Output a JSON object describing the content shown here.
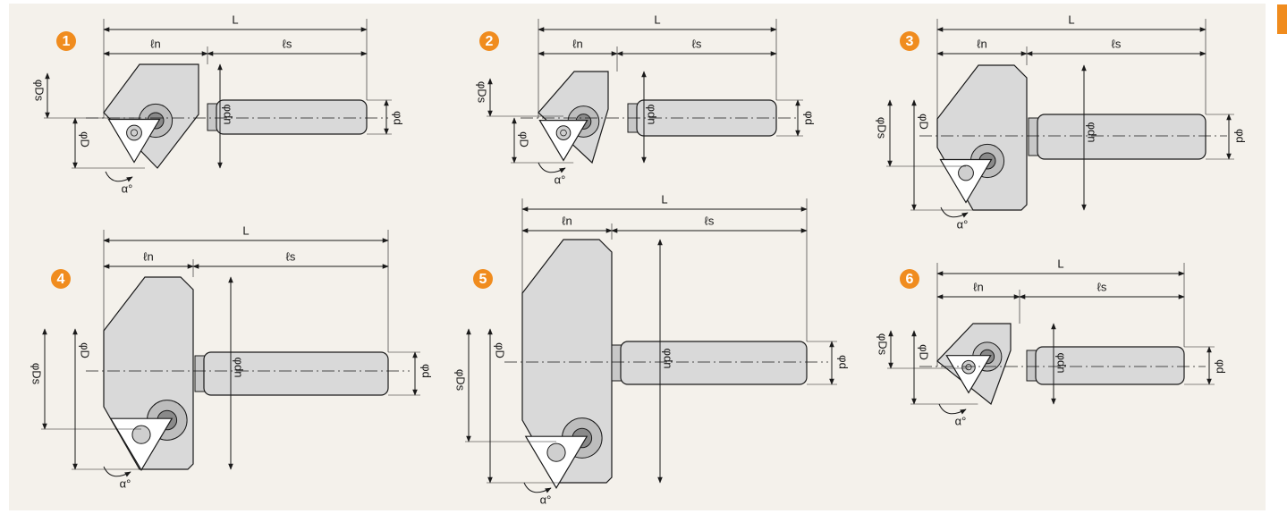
{
  "colors": {
    "panel": "#f4f1eb",
    "accent": "#f08c1e",
    "body": "#d9d9d9",
    "outline": "#1a1a1a",
    "insert": "#ffffff"
  },
  "figures": [
    {
      "number": "1",
      "labels": {
        "L": "L",
        "ln": "ℓn",
        "ls": "ℓs",
        "Ds": "φDs",
        "D": "φD",
        "dn": "φdn",
        "d": "φd",
        "alpha": "α°"
      }
    },
    {
      "number": "2",
      "labels": {
        "L": "L",
        "ln": "ℓn",
        "ls": "ℓs",
        "Ds": "φDs",
        "D": "φD",
        "dn": "φdn",
        "d": "φd",
        "alpha": "α°"
      }
    },
    {
      "number": "3",
      "labels": {
        "L": "L",
        "ln": "ℓn",
        "ls": "ℓs",
        "Ds": "φDs",
        "D": "φD",
        "dn": "φdn",
        "d": "φd",
        "alpha": "α°"
      }
    },
    {
      "number": "4",
      "labels": {
        "L": "L",
        "ln": "ℓn",
        "ls": "ℓs",
        "Ds": "φDs",
        "D": "φD",
        "dn": "φdn",
        "d": "φd",
        "alpha": "α°"
      }
    },
    {
      "number": "5",
      "labels": {
        "L": "L",
        "ln": "ℓn",
        "ls": "ℓs",
        "Ds": "φDs",
        "D": "φD",
        "dn": "φdn",
        "d": "φd",
        "alpha": "α°"
      }
    },
    {
      "number": "6",
      "labels": {
        "L": "L",
        "ln": "ℓn",
        "ls": "ℓs",
        "Ds": "φDs",
        "D": "φD",
        "dn": "φdn",
        "d": "φd",
        "alpha": "α°"
      }
    }
  ]
}
